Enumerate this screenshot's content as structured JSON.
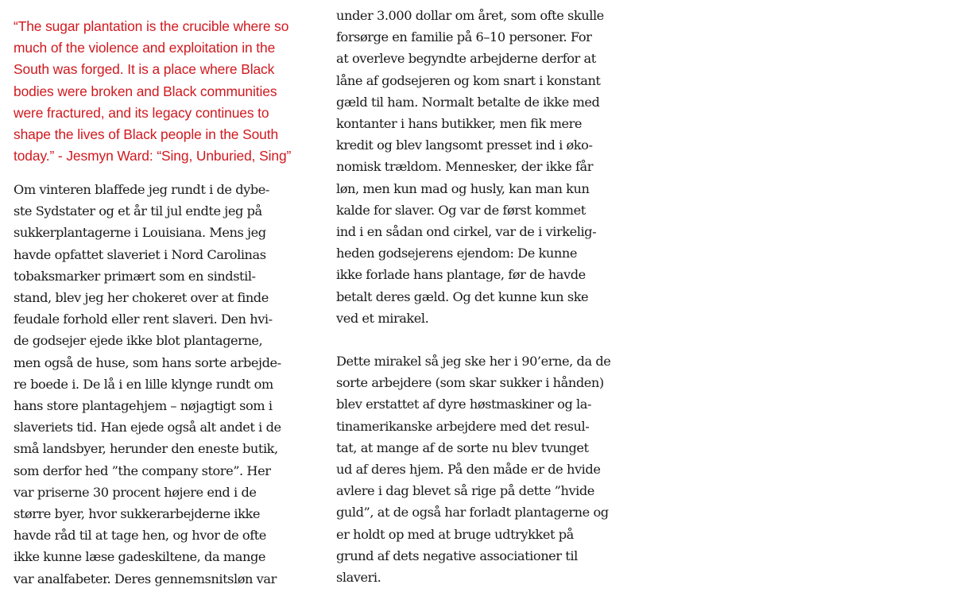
{
  "quote": {
    "color": "#d0191f",
    "lines": [
      "“The sugar plantation is the crucible where so",
      "much of the violence and exploitation in the",
      "South was forged. It is a place where Black",
      "bodies were broken and Black communities",
      "were fractured, and its legacy continues to",
      "shape the lives of Black people in the South",
      "today.” - Jesmyn Ward:  “Sing, Unburied, Sing”"
    ]
  },
  "left_column": {
    "paragraph_1": {
      "lines": [
        "Om vinteren blaffede jeg rundt i de dybe-",
        "ste Sydstater og et år til jul endte jeg på",
        "sukkerplantagerne i Louisiana. Mens jeg",
        "havde opfattet slaveriet i Nord Carolinas",
        "tobaksmarker primært som en sindstil-",
        "stand, blev jeg her chokeret over at finde",
        "feudale forhold eller rent slaveri. Den hvi-",
        "de godsejer ejede ikke blot plantagerne,",
        "men også de huse, som hans sorte arbejde-",
        "re boede i. De lå i en lille klynge rundt om",
        "hans store plantagehjem – nøjagtigt som i",
        "slaveriets tid. Han ejede også alt andet i de",
        "små landsbyer, herunder den eneste butik,",
        "som derfor hed ”the company store”. Her",
        "var priserne 30 procent højere end i de",
        "større byer, hvor sukkerarbejderne ikke",
        "havde råd til at tage hen, og hvor de ofte",
        "ikke kunne læse gadeskiltene, da mange",
        "var analfabeter.  Deres gennemsnitsløn var"
      ]
    }
  },
  "right_column": {
    "paragraph_1": {
      "lines": [
        "under 3.000 dollar om året, som ofte skulle",
        "forsørge en familie på 6–10 personer. For",
        "at overleve begyndte arbejderne derfor at",
        "låne af godsejeren og kom snart i konstant",
        "gæld til ham. Normalt betalte de ikke med",
        "kontanter i hans butikker, men fik mere",
        "kredit og blev langsomt presset ind i øko-",
        "nomisk trældom. Mennesker, der ikke får",
        "løn, men kun mad og husly, kan man kun",
        "kalde for slaver. Og var de først kommet",
        "ind i en sådan ond cirkel, var de i virkelig-",
        "heden godsejerens ejendom: De kunne",
        "ikke forlade hans plantage, før de havde",
        "betalt deres gæld. Og det kunne kun ske",
        "ved et mirakel."
      ]
    },
    "paragraph_2": {
      "lines": [
        "Dette mirakel så jeg ske her i 90’erne, da de",
        "sorte arbejdere (som skar sukker i hånden)",
        "blev erstattet af dyre høstmaskiner og la-",
        "tinamerikanske arbejdere med det resul-",
        "tat, at mange af de sorte nu blev tvunget",
        "ud af deres hjem. På den måde er de hvide",
        "avlere i dag blevet så rige på dette ”hvide",
        "guld”, at de også har forladt plantagerne og",
        "er holdt op med at bruge udtrykket på",
        "grund af dets negative associationer til",
        "slaveri."
      ]
    }
  }
}
